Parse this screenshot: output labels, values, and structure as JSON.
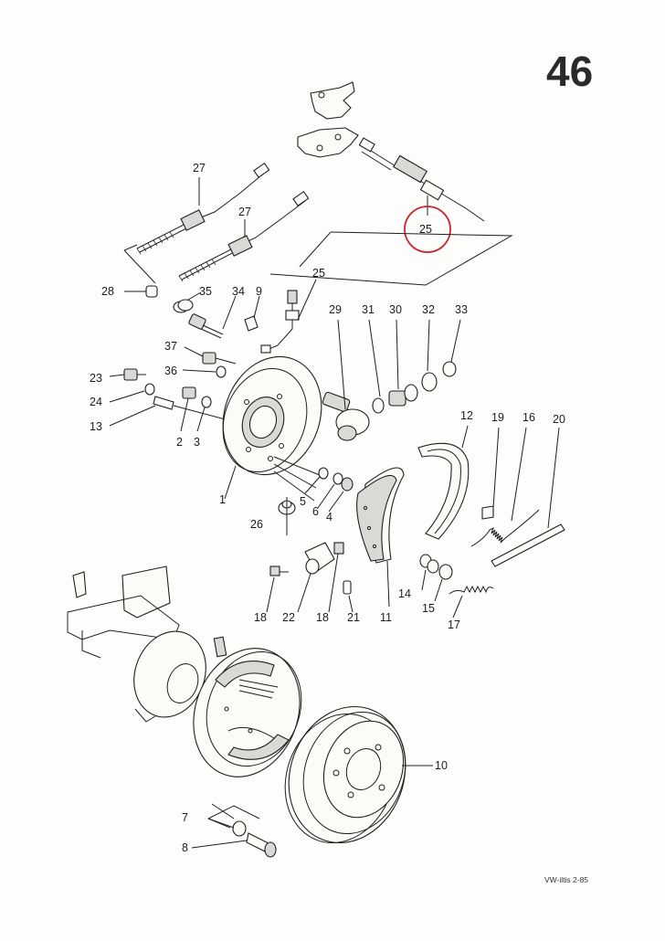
{
  "page_number": "46",
  "footer": "VW-iltis 2-85",
  "highlighted_part": "25",
  "highlight_color": "#c8262b",
  "line_color": "#1f1f1f",
  "parts": [
    {
      "id": "p27a",
      "label": "27"
    },
    {
      "id": "p27b",
      "label": "27"
    },
    {
      "id": "p25top",
      "label": "25"
    },
    {
      "id": "p28",
      "label": "28"
    },
    {
      "id": "p35",
      "label": "35"
    },
    {
      "id": "p34",
      "label": "34"
    },
    {
      "id": "p9",
      "label": "9"
    },
    {
      "id": "p25mid",
      "label": "25"
    },
    {
      "id": "p29",
      "label": "29"
    },
    {
      "id": "p31",
      "label": "31"
    },
    {
      "id": "p30",
      "label": "30"
    },
    {
      "id": "p32",
      "label": "32"
    },
    {
      "id": "p33",
      "label": "33"
    },
    {
      "id": "p37",
      "label": "37"
    },
    {
      "id": "p36",
      "label": "36"
    },
    {
      "id": "p23",
      "label": "23"
    },
    {
      "id": "p24",
      "label": "24"
    },
    {
      "id": "p13",
      "label": "13"
    },
    {
      "id": "p2",
      "label": "2"
    },
    {
      "id": "p3",
      "label": "3"
    },
    {
      "id": "p12",
      "label": "12"
    },
    {
      "id": "p19",
      "label": "19"
    },
    {
      "id": "p16",
      "label": "16"
    },
    {
      "id": "p20",
      "label": "20"
    },
    {
      "id": "p1",
      "label": "1"
    },
    {
      "id": "p5",
      "label": "5"
    },
    {
      "id": "p6",
      "label": "6"
    },
    {
      "id": "p4",
      "label": "4"
    },
    {
      "id": "p26",
      "label": "26"
    },
    {
      "id": "p14",
      "label": "14"
    },
    {
      "id": "p15",
      "label": "15"
    },
    {
      "id": "p17",
      "label": "17"
    },
    {
      "id": "p18a",
      "label": "18"
    },
    {
      "id": "p22",
      "label": "22"
    },
    {
      "id": "p18b",
      "label": "18"
    },
    {
      "id": "p21",
      "label": "21"
    },
    {
      "id": "p11",
      "label": "11"
    },
    {
      "id": "p10",
      "label": "10"
    },
    {
      "id": "p7",
      "label": "7"
    },
    {
      "id": "p8",
      "label": "8"
    }
  ]
}
